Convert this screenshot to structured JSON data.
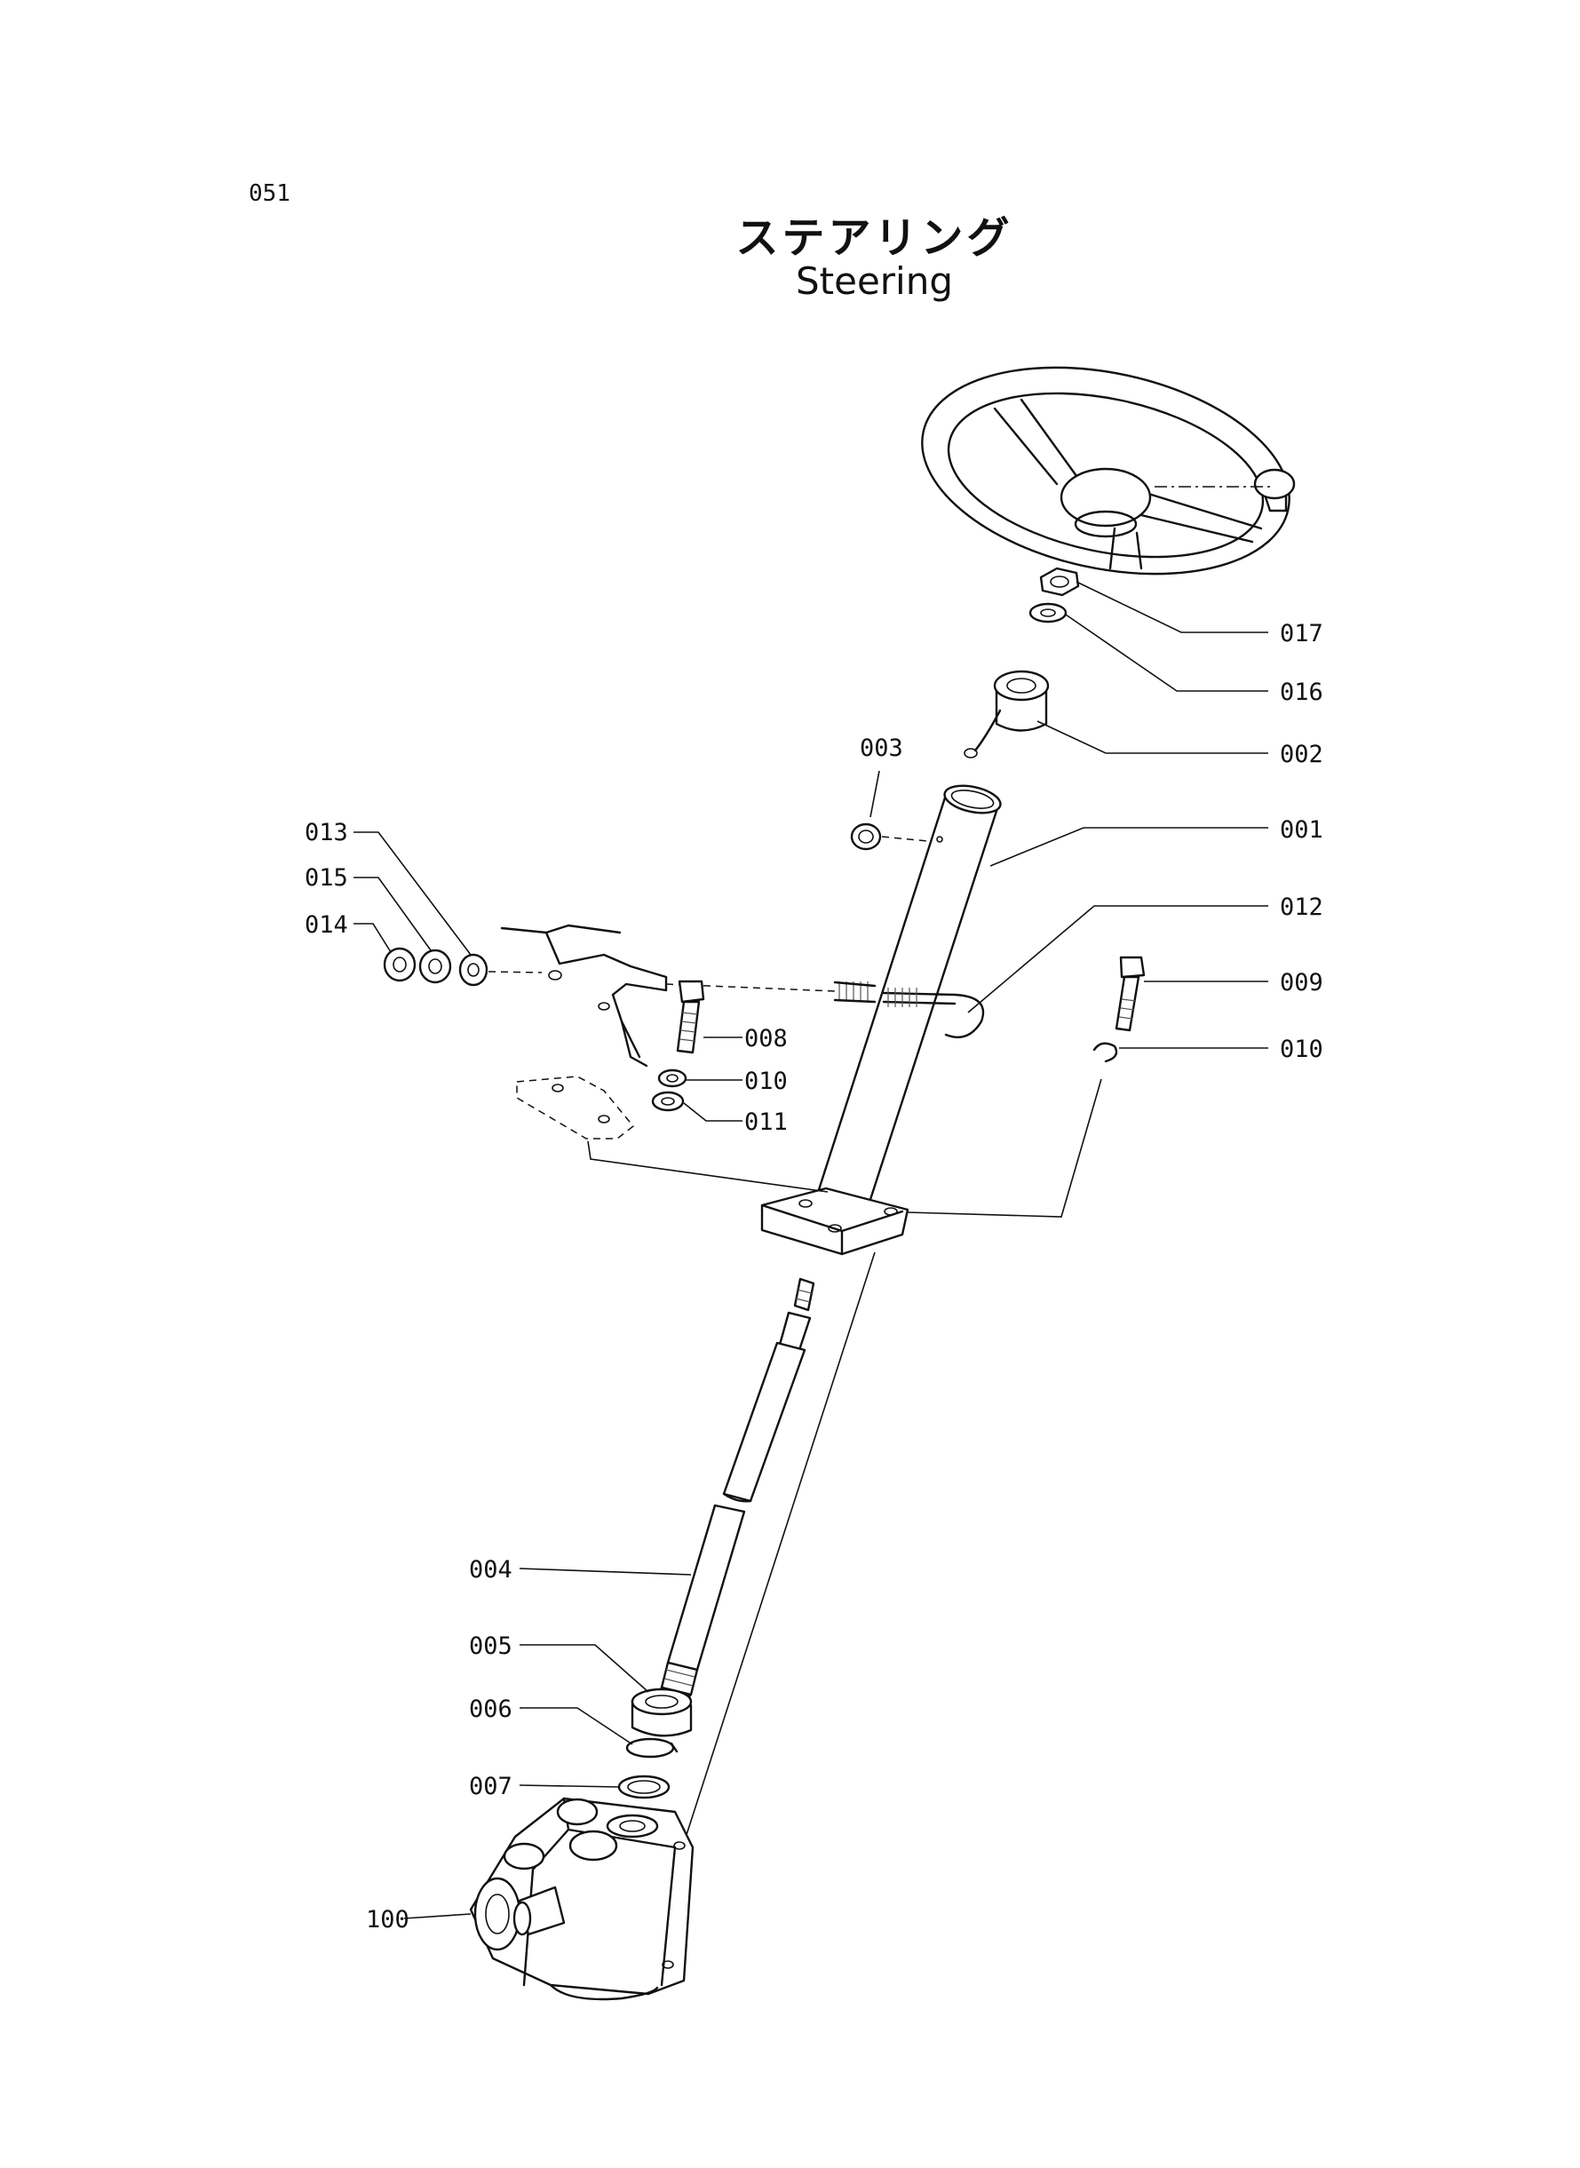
{
  "header": {
    "page_number": "051",
    "title_jp": "ステアリング",
    "title_en": "Steering"
  },
  "callouts": {
    "c017": "017",
    "c016": "016",
    "c002": "002",
    "c003": "003",
    "c001": "001",
    "c012": "012",
    "c013": "013",
    "c015": "015",
    "c014": "014",
    "c009": "009",
    "c008": "008",
    "c010a": "010",
    "c010b": "010",
    "c011": "011",
    "c004": "004",
    "c005": "005",
    "c006": "006",
    "c007": "007",
    "c100": "100"
  },
  "colors": {
    "ink": "#111111",
    "paper": "#ffffff"
  }
}
